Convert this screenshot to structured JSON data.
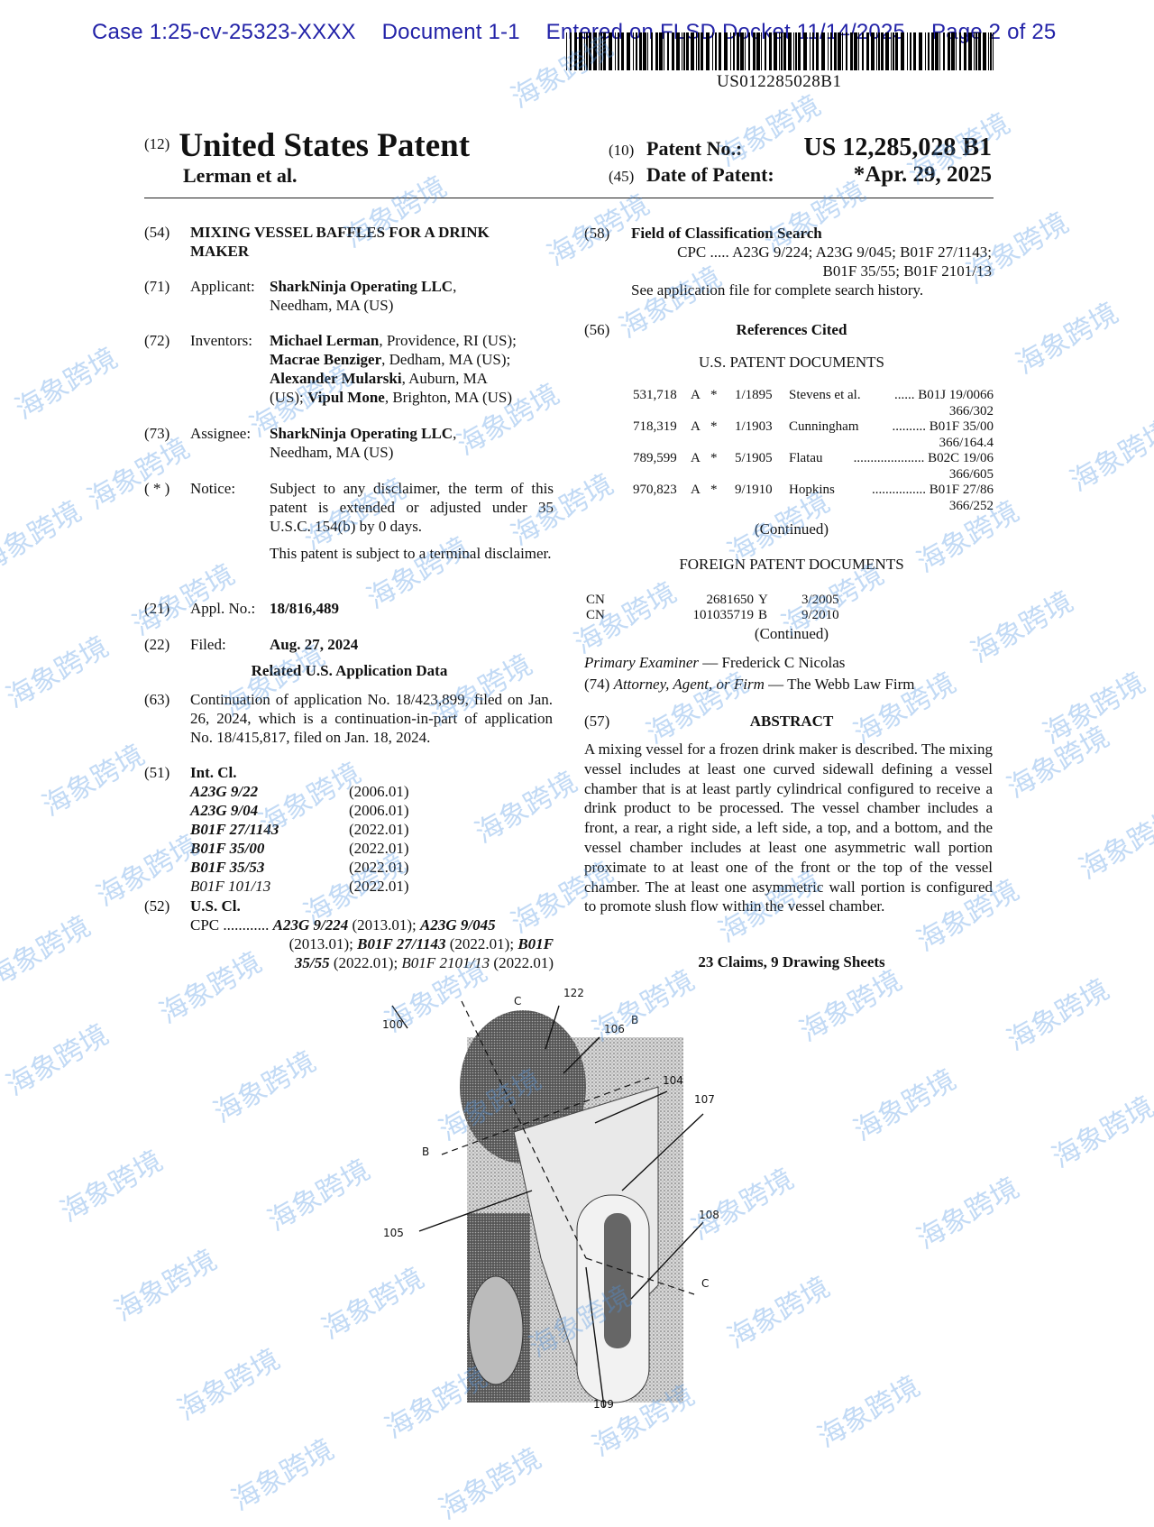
{
  "court_header": {
    "case": "Case 1:25-cv-25323-XXXX",
    "document": "Document 1-1",
    "entered": "Entered on FLSD Docket 11/14/2025",
    "page": "Page 2 of 25"
  },
  "barcode_number": "US012285028B1",
  "patent_header": {
    "type_code": "(12)",
    "type": "United States Patent",
    "inventor_short": "Lerman et al.",
    "patent_no_code": "(10)",
    "patent_no_label": "Patent No.:",
    "patent_no": "US 12,285,028 B1",
    "date_code": "(45)",
    "date_label": "Date of Patent:",
    "date": "*Apr. 29, 2025"
  },
  "left": {
    "title_code": "(54)",
    "title": "MIXING VESSEL BAFFLES FOR A DRINK MAKER",
    "applicant_code": "(71)",
    "applicant_label": "Applicant:",
    "applicant_name": "SharkNinja Operating LLC",
    "applicant_loc": "Needham, MA (US)",
    "inventors_code": "(72)",
    "inventors_label": "Inventors:",
    "inventors": [
      {
        "name": "Michael Lerman",
        "loc": ", Providence, RI (US);"
      },
      {
        "name": "Macrae Benziger",
        "loc": ", Dedham, MA (US);"
      },
      {
        "name": "Alexander Mularski",
        "loc": ", Auburn, MA"
      },
      {
        "name": "Vipul Mone",
        "loc": ", Brighton, MA (US)",
        "prefix": "(US); "
      }
    ],
    "assignee_code": "(73)",
    "assignee_label": "Assignee:",
    "assignee_name": "SharkNinja Operating LLC",
    "assignee_loc": "Needham, MA (US)",
    "notice_code": "( * )",
    "notice_label": "Notice:",
    "notice_text": "Subject to any disclaimer, the term of this patent is extended or adjusted under 35 U.S.C. 154(b) by 0 days.",
    "notice_text2": "This patent is subject to a terminal disclaimer.",
    "appl_code": "(21)",
    "appl_label": "Appl. No.:",
    "appl_no": "18/816,489",
    "filed_code": "(22)",
    "filed_label": "Filed:",
    "filed_date": "Aug. 27, 2024",
    "related_heading": "Related U.S. Application Data",
    "continuation_code": "(63)",
    "continuation_text": "Continuation of application No. 18/423,899, filed on Jan. 26, 2024, which is a continuation-in-part of application No. 18/415,817, filed on Jan. 18, 2024.",
    "intcl_code": "(51)",
    "intcl_label": "Int. Cl.",
    "intcl": [
      {
        "cls": "A23G 9/22",
        "ver": "(2006.01)",
        "bold": true
      },
      {
        "cls": "A23G 9/04",
        "ver": "(2006.01)",
        "bold": true
      },
      {
        "cls": "B01F 27/1143",
        "ver": "(2022.01)",
        "bold": true
      },
      {
        "cls": "B01F 35/00",
        "ver": "(2022.01)",
        "bold": true
      },
      {
        "cls": "B01F 35/53",
        "ver": "(2022.01)",
        "bold": true
      },
      {
        "cls": "B01F 101/13",
        "ver": "(2022.01)",
        "bold": false
      }
    ],
    "uscl_code": "(52)",
    "uscl_label": "U.S. Cl.",
    "uscl_cpc": "CPC",
    "uscl_dots": "............"
  },
  "right": {
    "field_code": "(58)",
    "field_label": "Field of Classification Search",
    "field_cpc": "CPC ..... A23G 9/224; A23G 9/045; B01F 27/1143;",
    "field_cpc2": "B01F 35/55; B01F 2101/13",
    "field_see": "See application file for complete search history.",
    "refs_code": "(56)",
    "refs_label": "References Cited",
    "us_docs_label": "U.S. PATENT DOCUMENTS",
    "us_docs": [
      {
        "num": "531,718",
        "kind": "A",
        "star": "*",
        "date": "1/1895",
        "name": "Stevens et al.",
        "dots": "......",
        "cls": "B01J 19/0066",
        "sub": "366/302"
      },
      {
        "num": "718,319",
        "kind": "A",
        "star": "*",
        "date": "1/1903",
        "name": "Cunningham",
        "dots": "..........",
        "cls": "B01F 35/00",
        "sub": "366/164.4"
      },
      {
        "num": "789,599",
        "kind": "A",
        "star": "*",
        "date": "5/1905",
        "name": "Flatau",
        "dots": ".....................",
        "cls": "B02C 19/06",
        "sub": "366/605"
      },
      {
        "num": "970,823",
        "kind": "A",
        "star": "*",
        "date": "9/1910",
        "name": "Hopkins",
        "dots": "................",
        "cls": "B01F 27/86",
        "sub": "366/252"
      }
    ],
    "continued": "(Continued)",
    "foreign_label": "FOREIGN PATENT DOCUMENTS",
    "foreign_docs": [
      {
        "cc": "CN",
        "num": "2681650",
        "kind": "Y",
        "date": "3/2005"
      },
      {
        "cc": "CN",
        "num": "101035719",
        "kind": "B",
        "date": "9/2010"
      }
    ],
    "continued2": "(Continued)",
    "examiner_label": "Primary Examiner",
    "examiner_name": "— Frederick C Nicolas",
    "attorney_code": "(74)",
    "attorney_label": "Attorney, Agent, or Firm",
    "attorney_name": "— The Webb Law Firm",
    "abstract_code": "(57)",
    "abstract_label": "ABSTRACT",
    "abstract_text": "A mixing vessel for a frozen drink maker is described. The mixing vessel includes at least one curved sidewall defining a vessel chamber that is at least partly cylindrical configured to receive a drink product to be processed. The vessel chamber includes a front, a rear, a right side, a left side, a top, and a bottom, and the vessel chamber includes at least one asymmetric wall portion proximate to at least one of the front or the top of the vessel chamber. The at least one asymmetric wall portion is configured to promote slush flow within the vessel chamber.",
    "claims": "23 Claims, 9 Drawing Sheets"
  },
  "figure_labels": {
    "l100": "100",
    "l122": "122",
    "l106": "106",
    "l104": "104",
    "l107": "107",
    "l105": "105",
    "l108": "108",
    "l109": "109",
    "b1": "B",
    "b2": "B",
    "c1": "C",
    "c2": "C"
  },
  "watermark": "海象跨境"
}
